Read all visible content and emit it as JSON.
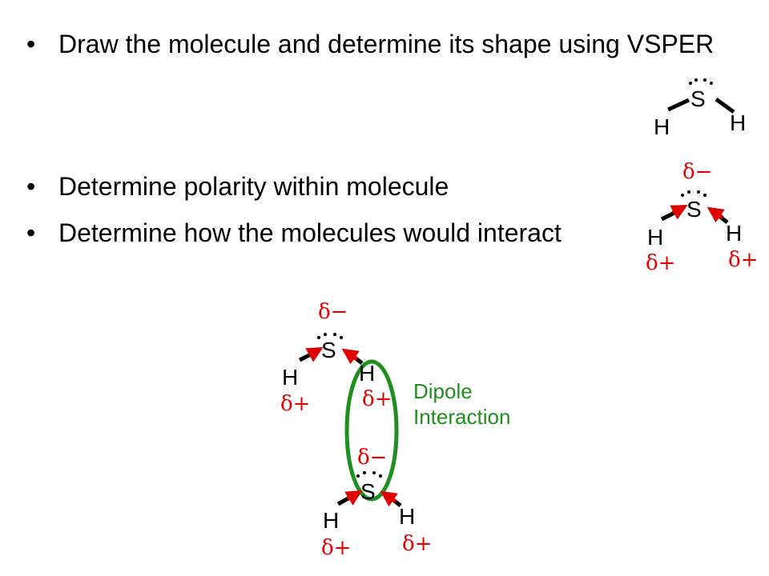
{
  "bullets": [
    "Draw the molecule and determine its shape using VSPER",
    "Determine polarity within molecule",
    "Determine how the molecules would interact"
  ],
  "bullet_symbol": "•",
  "atoms": {
    "sulfur": "S",
    "hydrogen": "H"
  },
  "charges": {
    "partial_negative": "δ−",
    "partial_positive": "δ+"
  },
  "interaction_label": "Dipole Interaction",
  "colors": {
    "text": "#000000",
    "charge": "#e00000",
    "arrow": "#e00000",
    "ellipse": "#1f8f1f",
    "label": "#1f8f1f"
  }
}
